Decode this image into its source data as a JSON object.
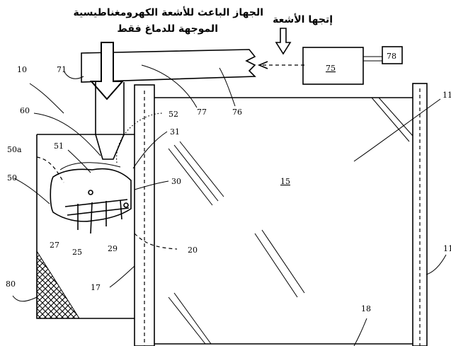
{
  "labels": {
    "device_title_line1": "الجهاز الباعث للأشعة الكهرومغناطيسية",
    "device_title_line2": "الموجهة للدماغ فقط",
    "ray_direction": "إتجها الأشعة"
  },
  "refs": {
    "r10": "10",
    "r11a": "11",
    "r11b": "11",
    "r15": "15",
    "r17": "17",
    "r18": "18",
    "r20": "20",
    "r25": "25",
    "r27": "27",
    "r29": "29",
    "r30": "30",
    "r31": "31",
    "r50": "50",
    "r50a": "50a",
    "r51": "51",
    "r52": "52",
    "r60": "60",
    "r71": "71",
    "r75": "75",
    "r76": "76",
    "r77": "77",
    "r78": "78",
    "r80": "80"
  }
}
